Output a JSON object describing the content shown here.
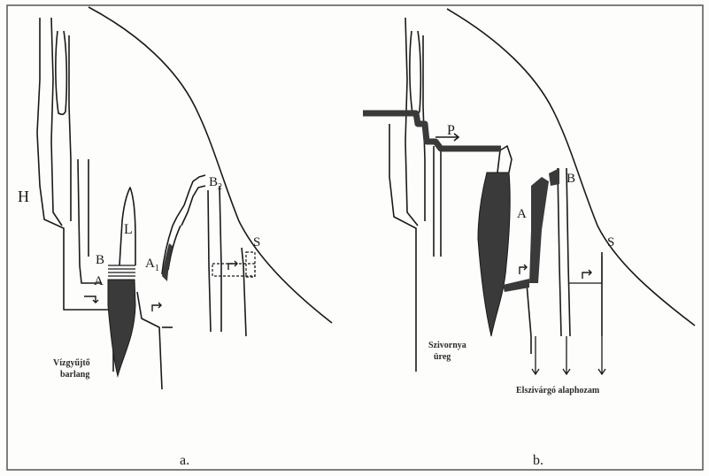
{
  "panel_a": {
    "caption": "a.",
    "labels": {
      "H": "H",
      "L": "L",
      "B": "B",
      "A": "A",
      "A1_base": "A",
      "A1_sub": "1",
      "B2_base": "B",
      "B2_sub": "2",
      "S": "S"
    },
    "cave_label_line1": "Vízgyűjtő",
    "cave_label_line2": "barlang"
  },
  "panel_b": {
    "caption": "b.",
    "labels": {
      "P": "P",
      "A": "A",
      "B": "B",
      "S": "S"
    },
    "cave_label_line1": "Szivornya",
    "cave_label_line2": "üreg",
    "seepage_label": "Elszivárgó alaphozam"
  },
  "colors": {
    "ink": "#1a1a1a",
    "water_fill": "#3a3a3a",
    "background": "#fdfdfc"
  }
}
